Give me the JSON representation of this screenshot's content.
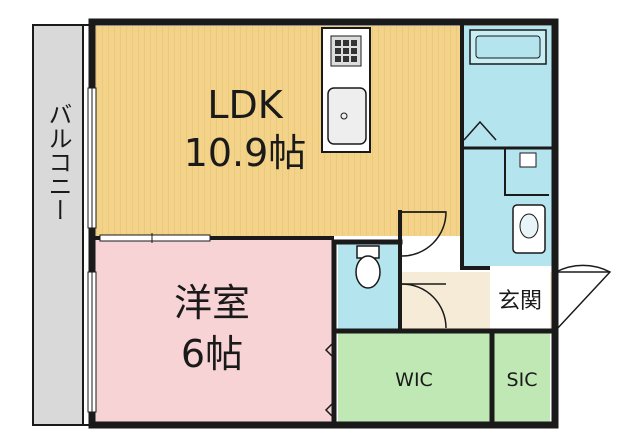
{
  "rooms": {
    "ldk": {
      "name": "LDK",
      "size": "10.9帖"
    },
    "western": {
      "name": "洋室",
      "size": "6帖"
    },
    "wic": {
      "name": "WIC"
    },
    "sic": {
      "name": "SIC"
    },
    "entrance": {
      "name": "玄関"
    },
    "balcony": {
      "name": "バルコニー"
    }
  },
  "colors": {
    "ldk": "#f2d389",
    "western": "#f7d3d5",
    "storage": "#bfe8b5",
    "water": "#b4e4ee",
    "entrance": "#f6ebd6",
    "balcony": "#d9d9d9",
    "wall": "#1a1a1a"
  }
}
